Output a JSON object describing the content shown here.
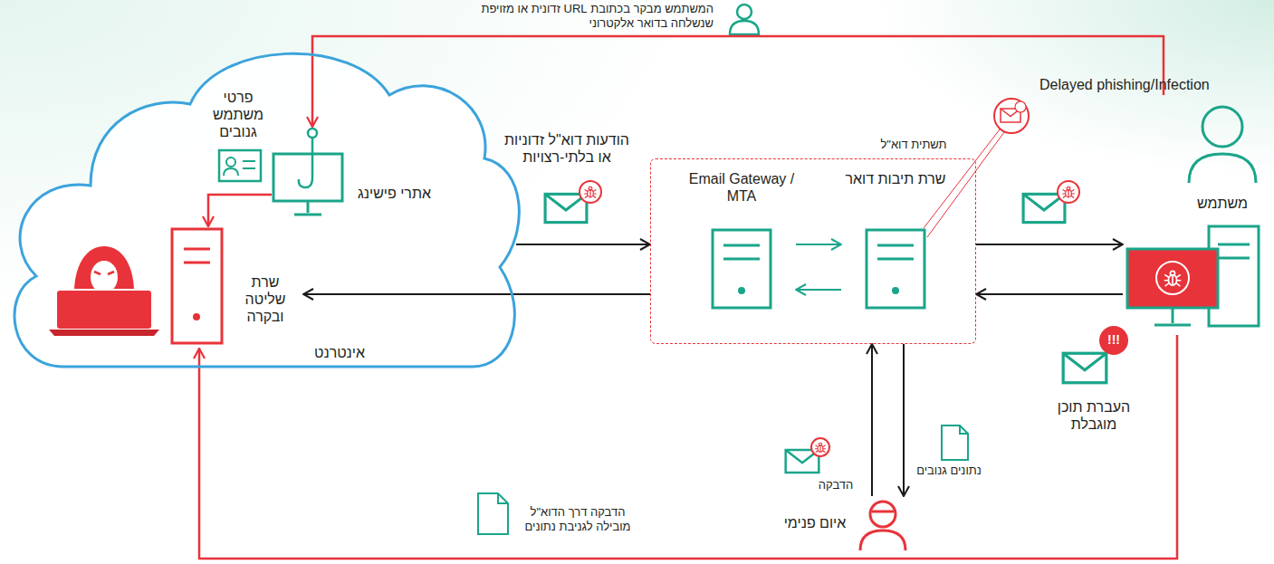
{
  "diagram": {
    "nodes": [
      {
        "text": [
          "אינטרנט"
        ]
      },
      {
        "text": [
          "אתרי פישינג"
        ],
        "in": 0
      },
      {
        "text": [
          "פרטי משתמש גנובים"
        ],
        "in": 0
      },
      {
        "text": [
          "שרת שליטה ובקרה"
        ],
        "in": 0
      },
      {
        "text": [
          "תשתית דוא\"ל"
        ]
      },
      {
        "text": [
          "Email Gateway / MTA"
        ],
        "in": 4
      },
      {
        "text": [
          "שרת תיבות דואר"
        ],
        "in": 4
      },
      {
        "text": [
          "משתמש"
        ]
      },
      {
        "text": [
          "איום פנימי"
        ]
      }
    ],
    "edges": [
      {
        "from": 7,
        "to": 1,
        "arrow": "to",
        "label": "המשתמש מבקר בכתובת URL זדונית או מזויפת שנשלחה בדואר אלקטרוני"
      },
      {
        "from": 1,
        "to": 3,
        "arrow": "to"
      },
      {
        "from": 0,
        "to": 4,
        "arrow": "to",
        "label": "הודעות דוא\"ל זדוניות או בלתי-רצויות"
      },
      {
        "from": 4,
        "to": 3,
        "arrow": "to"
      },
      {
        "from": 5,
        "to": 6,
        "arrow": "to"
      },
      {
        "from": 6,
        "to": 5,
        "arrow": "to"
      },
      {
        "from": 4,
        "to": 7,
        "arrow": "to"
      },
      {
        "from": 7,
        "to": 4,
        "arrow": "to"
      },
      {
        "from": 8,
        "to": 4,
        "arrow": "to",
        "label": "הדבקה"
      },
      {
        "from": 4,
        "to": 8,
        "arrow": "to",
        "label": "נתונים גנובים"
      },
      {
        "from": 7,
        "to": 3,
        "arrow": "to",
        "label": "הדבקה דרך הדוא\"ל מובילה לגניבת נתונים"
      }
    ],
    "labels": [
      "Delayed phishing/Infection",
      "!!!",
      "העברת תוכן מוגבלת"
    ]
  }
}
